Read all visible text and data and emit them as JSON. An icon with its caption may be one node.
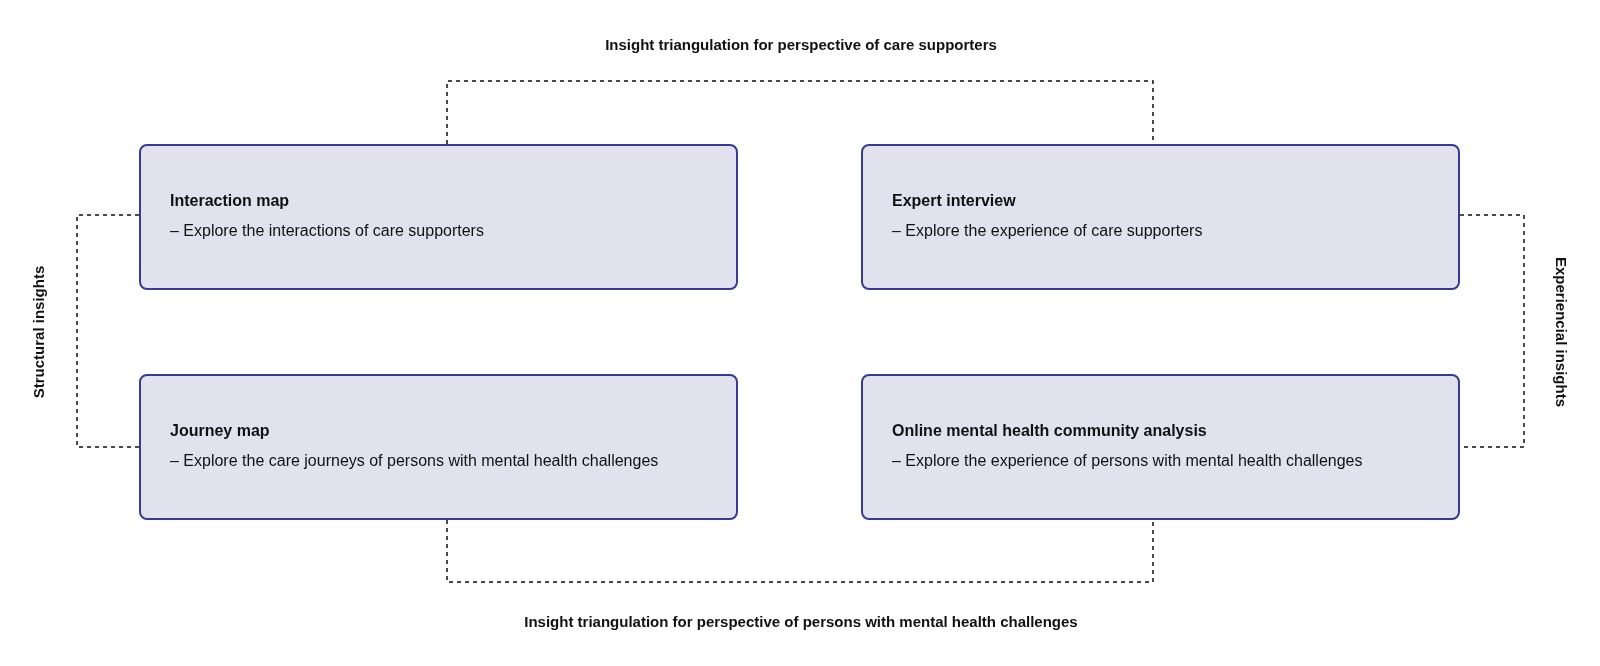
{
  "diagram": {
    "nodes": [
      {
        "text": [
          "Interaction map",
          "– Explore the interactions of care supporters"
        ]
      },
      {
        "text": [
          "Expert interview",
          "– Explore the experience of care supporters"
        ]
      },
      {
        "text": [
          "Journey map",
          "– Explore the care journeys of persons with mental health challenges"
        ]
      },
      {
        "text": [
          "Online mental health community analysis",
          "– Explore the experience of persons with mental health challenges"
        ]
      }
    ],
    "edges": [
      {
        "from": 0,
        "to": 1,
        "arrow": "none",
        "style": "dashed",
        "label": "Insight triangulation for perspective of care supporters"
      },
      {
        "from": 0,
        "to": 2,
        "arrow": "none",
        "style": "dashed",
        "label": "Structural insights"
      },
      {
        "from": 2,
        "to": 3,
        "arrow": "none",
        "style": "dashed",
        "label": "Insight triangulation for perspective of persons with mental health challenges"
      },
      {
        "from": 1,
        "to": 3,
        "arrow": "none",
        "style": "dashed",
        "label": "Experiencial insights"
      }
    ]
  }
}
